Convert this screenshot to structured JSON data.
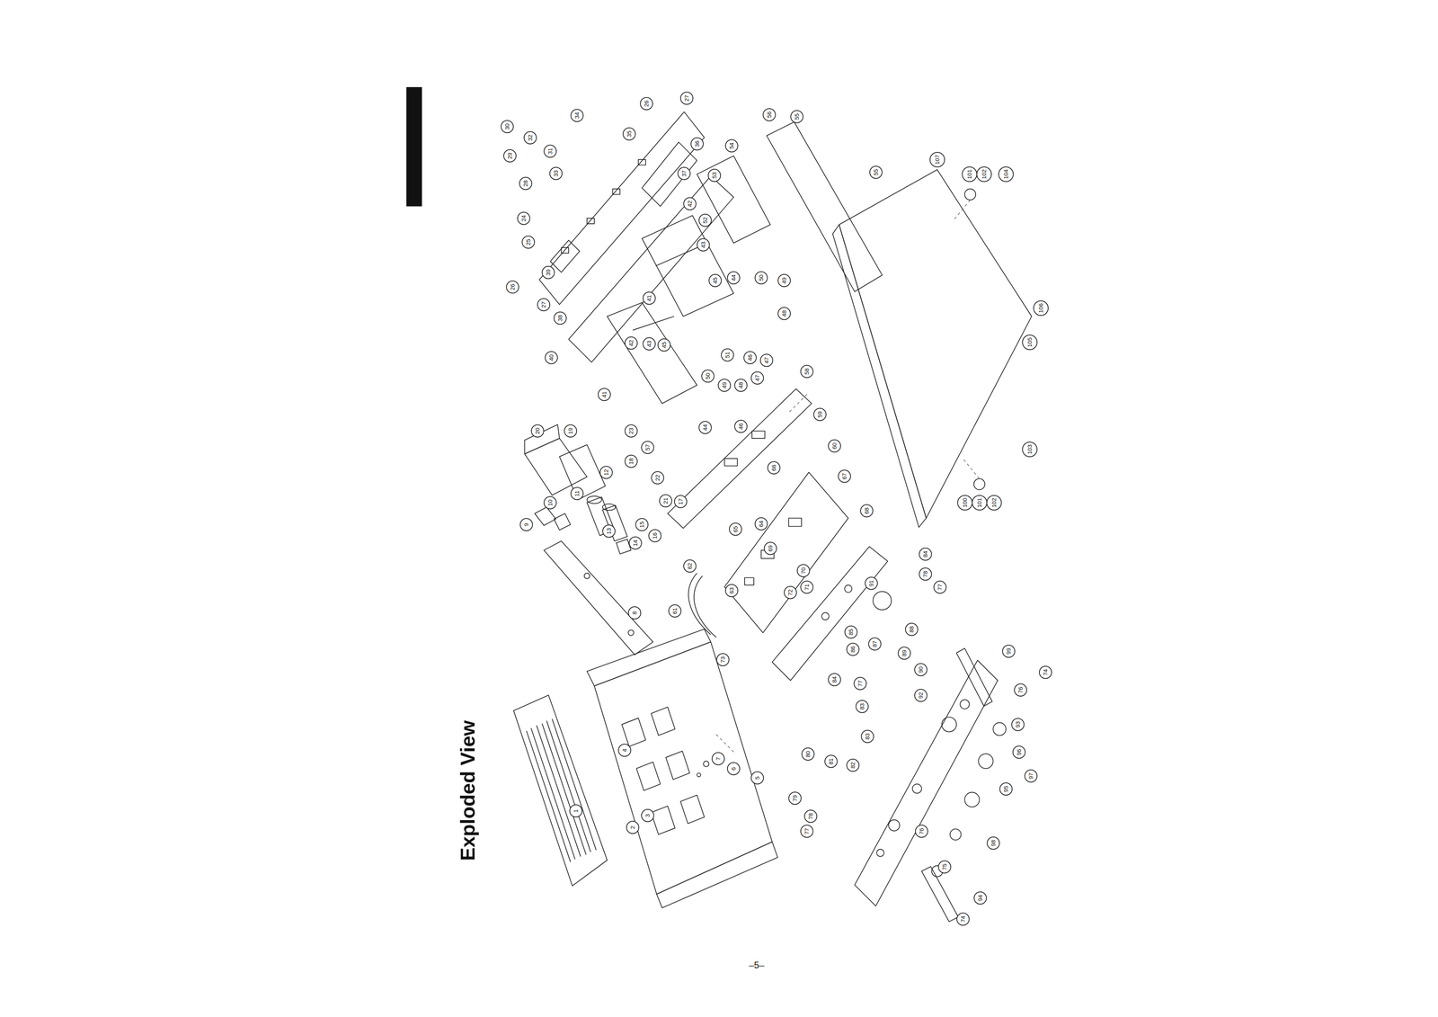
{
  "diagram": {
    "title": "Exploded View",
    "labels": [
      "27",
      "26",
      "35",
      "34",
      "36",
      "37",
      "30",
      "32",
      "31",
      "33",
      "29",
      "28",
      "24",
      "25",
      "39",
      "26",
      "27",
      "38",
      "40",
      "54",
      "53",
      "52",
      "42",
      "43",
      "41",
      "45",
      "44",
      "50",
      "49",
      "48",
      "47",
      "46",
      "51",
      "50",
      "49",
      "48",
      "47",
      "46",
      "44",
      "41",
      "42",
      "43",
      "45",
      "58",
      "56",
      "55",
      "55",
      "107",
      "101",
      "102",
      "104",
      "106",
      "105",
      "103",
      "100",
      "101",
      "102",
      "20",
      "19",
      "23",
      "18",
      "57",
      "22",
      "12",
      "11",
      "10",
      "9",
      "8",
      "13",
      "14",
      "15",
      "16",
      "21",
      "17",
      "59",
      "60",
      "66",
      "67",
      "68",
      "65",
      "64",
      "62",
      "61",
      "63",
      "69",
      "70",
      "72",
      "71",
      "73",
      "91",
      "84",
      "78",
      "77",
      "85",
      "86",
      "87",
      "88",
      "89",
      "90",
      "84",
      "77",
      "83",
      "83",
      "82",
      "81",
      "80",
      "79",
      "78",
      "77",
      "76",
      "75",
      "74",
      "94",
      "95",
      "93",
      "96",
      "97",
      "98",
      "99",
      "74",
      "76",
      "92",
      "7",
      "6",
      "5",
      "4",
      "3",
      "2",
      "1",
      "–5–"
    ]
  }
}
